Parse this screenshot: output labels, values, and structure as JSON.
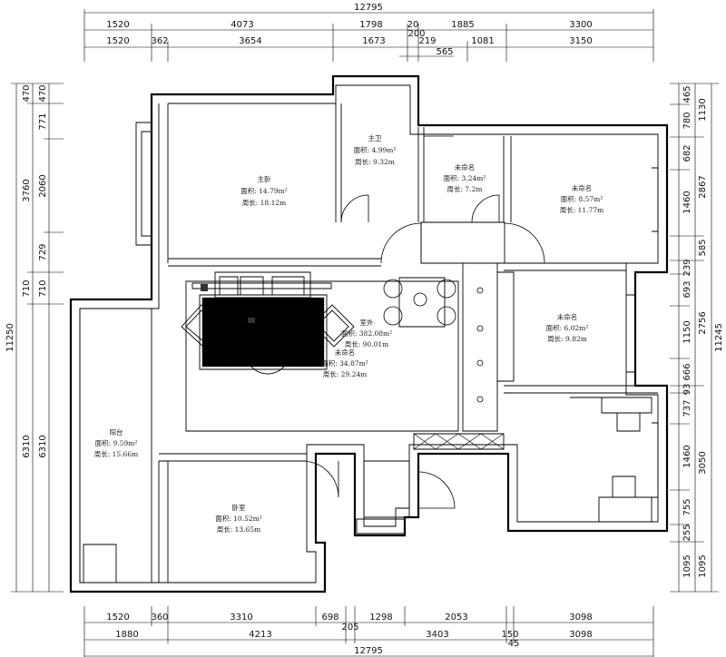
{
  "dimensions": {
    "top_total": "12795",
    "top_row1": [
      "1520",
      "4073",
      "1798",
      "20",
      "1885",
      "3300"
    ],
    "top_small_200": "200",
    "top_row2": [
      "1520",
      "362",
      "3654",
      "1673",
      "219",
      "1081",
      "3150"
    ],
    "top_565": "565",
    "bottom_row1": [
      "1520",
      "360",
      "3310",
      "698",
      "1298",
      "2053",
      "3098"
    ],
    "bottom_row2": [
      "1880",
      "4213",
      "205",
      "3403",
      "150",
      "3098"
    ],
    "bottom_45": "45",
    "bottom_total": "12795",
    "left_total": "11250",
    "left_outer": [
      "470",
      "3760",
      "710",
      "6310"
    ],
    "left_inner": [
      "470",
      "771",
      "2060",
      "729",
      "710",
      "6310"
    ],
    "right_total": "11245",
    "right_outer": [
      "1130",
      "2867",
      "585",
      "2756",
      "3050",
      "1095"
    ],
    "right_inner": [
      "465",
      "780",
      "682",
      "1460",
      "239",
      "693",
      "1150",
      "666",
      "93",
      "737",
      "1460",
      "755",
      "255",
      "1095"
    ]
  },
  "rooms": [
    {
      "name": "主卧",
      "area": "面积: 14.79m²",
      "perimeter": "周长: 18.12m"
    },
    {
      "name": "主卫",
      "area": "面积: 4.99m²",
      "perimeter": "周长: 9.32m"
    },
    {
      "name": "未命名",
      "area": "面积: 3.24m²",
      "perimeter": "周长: 7.2m"
    },
    {
      "name": "未命名",
      "area": "面积: 8.57m²",
      "perimeter": "周长: 11.77m"
    },
    {
      "name": "室外",
      "area": "面积: 382.08m²",
      "perimeter": "周长: 90.01m"
    },
    {
      "name": "未命名",
      "area": "面积: 34.87m²",
      "perimeter": "周长: 29.24m"
    },
    {
      "name": "未命名",
      "area": "面积: 6.02m²",
      "perimeter": "周长: 9.82m"
    },
    {
      "name": "阳台",
      "area": "面积: 9.59m²",
      "perimeter": "周长: 15.66m"
    },
    {
      "name": "卧室",
      "area": "面积: 10.52m²",
      "perimeter": "周长: 13.65m"
    }
  ]
}
